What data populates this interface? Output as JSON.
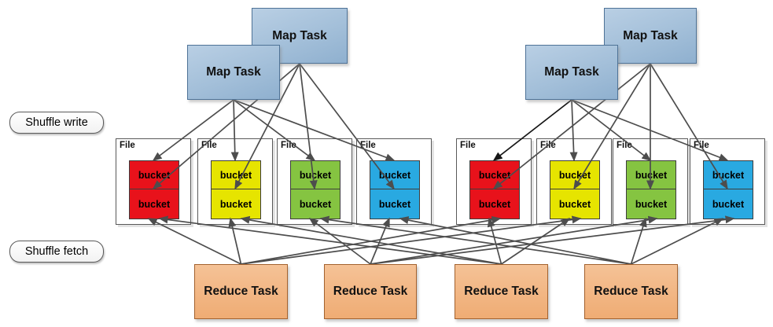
{
  "diagram": {
    "title": "MapReduce shuffle write / fetch diagram",
    "stage_labels": {
      "write": "Shuffle write",
      "fetch": "Shuffle fetch"
    },
    "maps": [
      {
        "id": "map-1",
        "label": "Map Task"
      },
      {
        "id": "map-2",
        "label": "Map Task"
      },
      {
        "id": "map-3",
        "label": "Map Task"
      },
      {
        "id": "map-4",
        "label": "Map Task"
      }
    ],
    "files": [
      {
        "id": "file-1",
        "label": "File",
        "color": "#e8121b",
        "buckets": [
          "bucket",
          "bucket"
        ]
      },
      {
        "id": "file-2",
        "label": "File",
        "color": "#e6e400",
        "buckets": [
          "bucket",
          "bucket"
        ]
      },
      {
        "id": "file-3",
        "label": "File",
        "color": "#85c441",
        "buckets": [
          "bucket",
          "bucket"
        ]
      },
      {
        "id": "file-4",
        "label": "File",
        "color": "#29a9e1",
        "buckets": [
          "bucket",
          "bucket"
        ]
      },
      {
        "id": "file-5",
        "label": "File",
        "color": "#e8121b",
        "buckets": [
          "bucket",
          "bucket"
        ]
      },
      {
        "id": "file-6",
        "label": "File",
        "color": "#e6e400",
        "buckets": [
          "bucket",
          "bucket"
        ]
      },
      {
        "id": "file-7",
        "label": "File",
        "color": "#85c441",
        "buckets": [
          "bucket",
          "bucket"
        ]
      },
      {
        "id": "file-8",
        "label": "File",
        "color": "#29a9e1",
        "buckets": [
          "bucket",
          "bucket"
        ]
      }
    ],
    "reducers": [
      {
        "id": "reduce-1",
        "label": "Reduce Task"
      },
      {
        "id": "reduce-2",
        "label": "Reduce Task"
      },
      {
        "id": "reduce-3",
        "label": "Reduce Task"
      },
      {
        "id": "reduce-4",
        "label": "Reduce Task"
      }
    ],
    "edges": {
      "write": [
        {
          "from": "map-1",
          "to": "file-1",
          "anchor": "top"
        },
        {
          "from": "map-1",
          "to": "file-2",
          "anchor": "top"
        },
        {
          "from": "map-1",
          "to": "file-3",
          "anchor": "top"
        },
        {
          "from": "map-1",
          "to": "file-4",
          "anchor": "top"
        },
        {
          "from": "map-2",
          "to": "file-1",
          "anchor": "mid"
        },
        {
          "from": "map-2",
          "to": "file-2",
          "anchor": "mid"
        },
        {
          "from": "map-2",
          "to": "file-3",
          "anchor": "mid"
        },
        {
          "from": "map-2",
          "to": "file-4",
          "anchor": "mid"
        },
        {
          "from": "map-3",
          "to": "file-5",
          "anchor": "top",
          "emphasis": true
        },
        {
          "from": "map-3",
          "to": "file-6",
          "anchor": "top"
        },
        {
          "from": "map-3",
          "to": "file-7",
          "anchor": "top"
        },
        {
          "from": "map-3",
          "to": "file-8",
          "anchor": "top"
        },
        {
          "from": "map-4",
          "to": "file-5",
          "anchor": "mid"
        },
        {
          "from": "map-4",
          "to": "file-6",
          "anchor": "mid"
        },
        {
          "from": "map-4",
          "to": "file-7",
          "anchor": "mid"
        },
        {
          "from": "map-4",
          "to": "file-8",
          "anchor": "mid"
        }
      ],
      "fetch": [
        {
          "from": "reduce-1",
          "to": "file-1"
        },
        {
          "from": "reduce-1",
          "to": "file-2"
        },
        {
          "from": "reduce-1",
          "to": "file-5"
        },
        {
          "from": "reduce-1",
          "to": "file-6"
        },
        {
          "from": "reduce-2",
          "to": "file-3"
        },
        {
          "from": "reduce-2",
          "to": "file-4"
        },
        {
          "from": "reduce-2",
          "to": "file-7"
        },
        {
          "from": "reduce-2",
          "to": "file-8"
        },
        {
          "from": "reduce-3",
          "to": "file-1"
        },
        {
          "from": "reduce-3",
          "to": "file-2"
        },
        {
          "from": "reduce-3",
          "to": "file-5"
        },
        {
          "from": "reduce-3",
          "to": "file-6"
        },
        {
          "from": "reduce-4",
          "to": "file-3"
        },
        {
          "from": "reduce-4",
          "to": "file-4"
        },
        {
          "from": "reduce-4",
          "to": "file-7"
        },
        {
          "from": "reduce-4",
          "to": "file-8"
        }
      ]
    },
    "colors": {
      "map_fill": "#a7c1dc",
      "map_border": "#4f7397",
      "file_border": "#595959",
      "bucket_red": "#e8121b",
      "bucket_yellow": "#e6e400",
      "bucket_green": "#85c441",
      "bucket_blue": "#29a9e1",
      "reduce_fill": "#f0b183",
      "reduce_border": "#a3622f",
      "arrow": "#4d4d4d",
      "arrow_emphasis": "#161616"
    }
  }
}
